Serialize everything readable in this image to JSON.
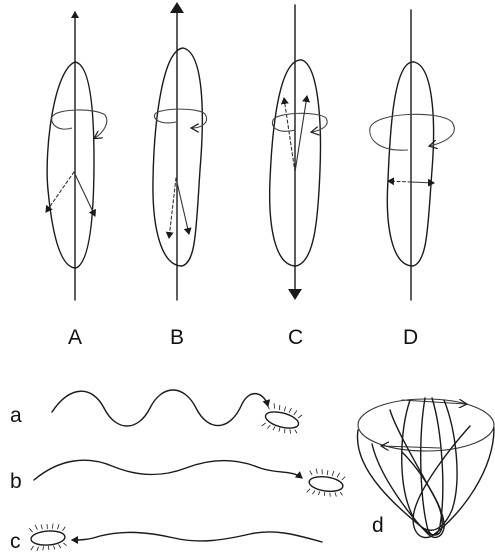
{
  "cells": [
    {
      "label": "A"
    },
    {
      "label": "B"
    },
    {
      "label": "C"
    },
    {
      "label": "D"
    }
  ],
  "paths": [
    {
      "label": "a"
    },
    {
      "label": "b"
    },
    {
      "label": "c"
    }
  ],
  "spiral": {
    "label": "d"
  }
}
